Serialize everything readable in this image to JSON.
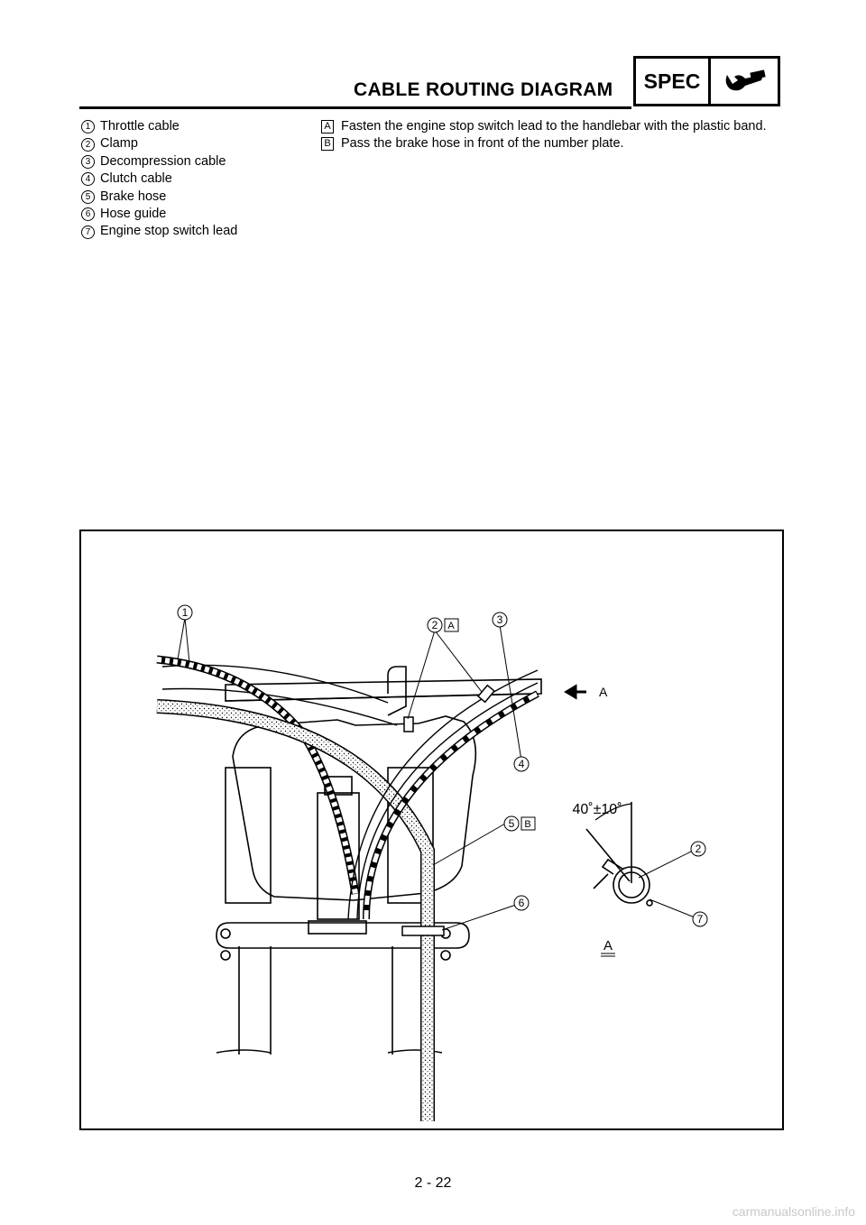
{
  "header": {
    "title": "CABLE ROUTING DIAGRAM",
    "spec_label": "SPEC",
    "spec_icon": "wrench-icon"
  },
  "legend": [
    {
      "num": "1",
      "label": "Throttle cable"
    },
    {
      "num": "2",
      "label": "Clamp"
    },
    {
      "num": "3",
      "label": "Decompression cable"
    },
    {
      "num": "4",
      "label": "Clutch cable"
    },
    {
      "num": "5",
      "label": "Brake hose"
    },
    {
      "num": "6",
      "label": "Hose guide"
    },
    {
      "num": "7",
      "label": "Engine stop switch lead"
    }
  ],
  "notes": [
    {
      "mark": "A",
      "text": "Fasten the engine stop switch lead to the handlebar with the plastic band."
    },
    {
      "mark": "B",
      "text": "Pass the brake hose in front of the number plate."
    }
  ],
  "figure": {
    "callouts": [
      "1",
      "2",
      "3",
      "4",
      "5",
      "6",
      "2",
      "7"
    ],
    "markers": [
      "A",
      "B"
    ],
    "view_arrow_label": "A",
    "angle_label": "40˚±10˚",
    "detail_label": "A"
  },
  "page_number": "2 - 22",
  "footer": "carmanualsonline.info"
}
